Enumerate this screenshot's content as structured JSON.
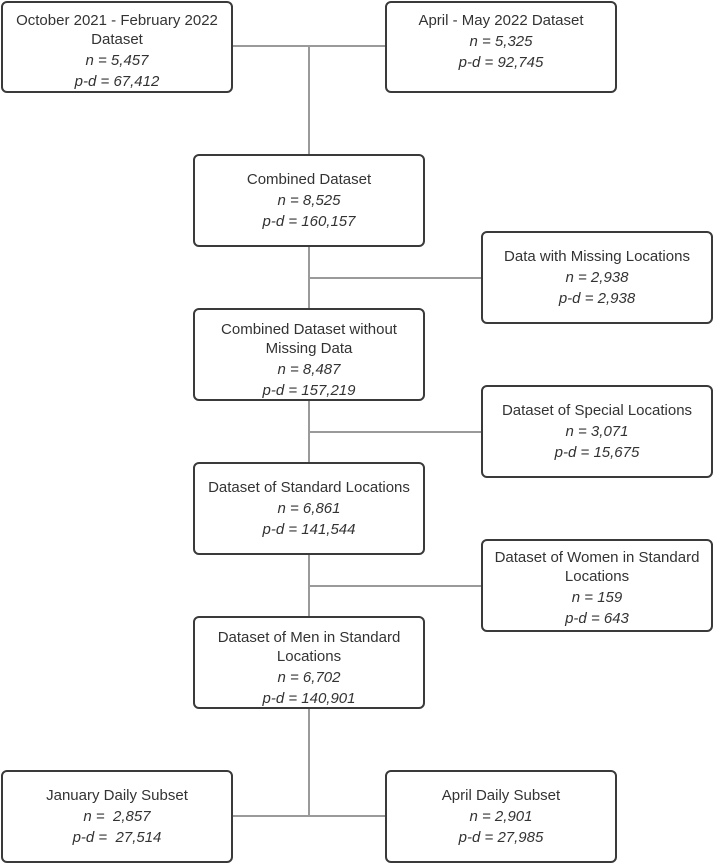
{
  "boxes": {
    "oct_feb": {
      "title": "October 2021 - February 2022 Dataset",
      "n": "n = 5,457",
      "pd": "p-d = 67,412"
    },
    "apr_may": {
      "title": "April - May 2022 Dataset",
      "n": "n = 5,325",
      "pd": "p-d = 92,745"
    },
    "combined": {
      "title": "Combined Dataset",
      "n": "n = 8,525",
      "pd": "p-d = 160,157"
    },
    "missing_locations": {
      "title": "Data with Missing Locations",
      "n": "n = 2,938",
      "pd": "p-d = 2,938"
    },
    "combined_clean": {
      "title": "Combined Dataset without Missing Data",
      "n": "n = 8,487",
      "pd": "p-d = 157,219"
    },
    "special_locations": {
      "title": "Dataset of Special Locations",
      "n": "n = 3,071",
      "pd": "p-d = 15,675"
    },
    "standard_locations": {
      "title": "Dataset of Standard Locations",
      "n": "n = 6,861",
      "pd": "p-d = 141,544"
    },
    "women_standard": {
      "title": "Dataset of Women in Standard Locations",
      "n": "n = 159",
      "pd": "p-d = 643"
    },
    "men_standard": {
      "title": "Dataset of Men in Standard Locations",
      "n": "n = 6,702",
      "pd": "p-d = 140,901"
    },
    "january_daily": {
      "title": "January Daily Subset",
      "n": "n =  2,857",
      "pd": "p-d =  27,514"
    },
    "april_daily": {
      "title": "April Daily Subset",
      "n": "n = 2,901",
      "pd": "p-d = 27,985"
    }
  }
}
